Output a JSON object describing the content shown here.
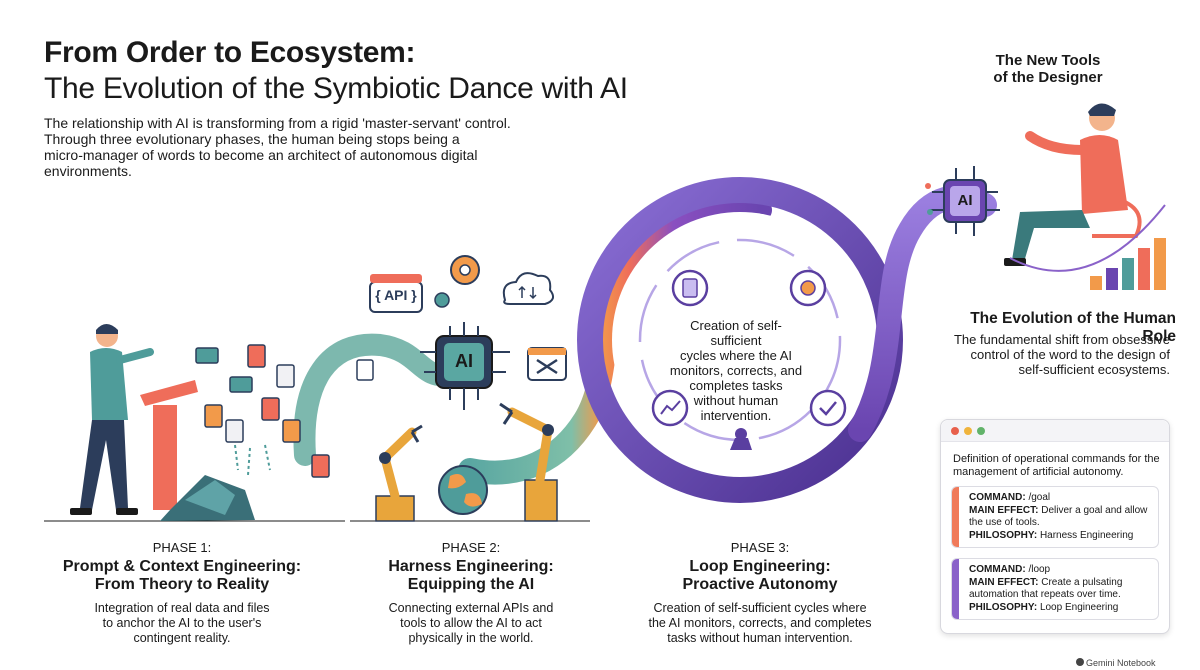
{
  "title_line1": "From Order to Ecosystem:",
  "title_line2": "The Evolution of the Symbiotic Dance with AI",
  "intro": "The relationship with AI is transforming from a rigid 'master-servant' control.\nThrough three evolutionary phases, the human being stops being a\nmicro-manager of words to become an architect of autonomous digital\nenvironments.",
  "icons": {
    "api_label": "{ API }",
    "ai_chip_label": "AI",
    "ai_tablet_label": "AI"
  },
  "phases": [
    {
      "num": "PHASE 1:",
      "title": "Prompt & Context Engineering:\nFrom Theory to Reality",
      "desc": "Integration of real data and files\nto anchor the AI to the user's\ncontingent reality."
    },
    {
      "num": "PHASE 2:",
      "title": "Harness Engineering:\nEquipping the AI",
      "desc": "Connecting external APIs and\ntools to allow the AI to act\nphysically in the world."
    },
    {
      "num": "PHASE 3:",
      "title": "Loop Engineering:\nProactive Autonomy",
      "desc": "Creation of self-sufficient cycles where\nthe AI monitors, corrects, and completes\ntasks without human intervention."
    }
  ],
  "cycle_text": "Creation of self-sufficient\ncycles where the AI\nmonitors, corrects, and\ncompletes tasks\nwithout human\nintervention.",
  "tools_title": "The New Tools\nof the Designer",
  "role": {
    "title": "The Evolution of the Human Role",
    "desc": "The fundamental shift from obsessive\ncontrol of the word to the design of\nself-sufficient ecosystems."
  },
  "commands_card": {
    "desc": "Definition of operational commands for the management of artificial autonomy.",
    "window_dots": [
      "#e8604c",
      "#f0b43c",
      "#62b36a"
    ],
    "items": [
      {
        "command_label": "COMMAND:",
        "command": "/goal",
        "effect_label": "MAIN EFFECT:",
        "effect": "Deliver a goal and allow the use of tools.",
        "philosophy_label": "PHILOSOPHY:",
        "philosophy": "Harness Engineering",
        "color": "#f07a5a"
      },
      {
        "command_label": "COMMAND:",
        "command": "/loop",
        "effect_label": "MAIN EFFECT:",
        "effect": "Create a pulsating automation that repeats over time.",
        "philosophy_label": "PHILOSOPHY:",
        "philosophy": "Loop Engineering",
        "color": "#8a62c9"
      }
    ]
  },
  "colors": {
    "teal": "#4f9c9a",
    "coral": "#ef6d5a",
    "orange": "#f29a4a",
    "purple": "#6a45b0",
    "navy": "#2c3d5b"
  },
  "footer": "Gemini Notebook"
}
